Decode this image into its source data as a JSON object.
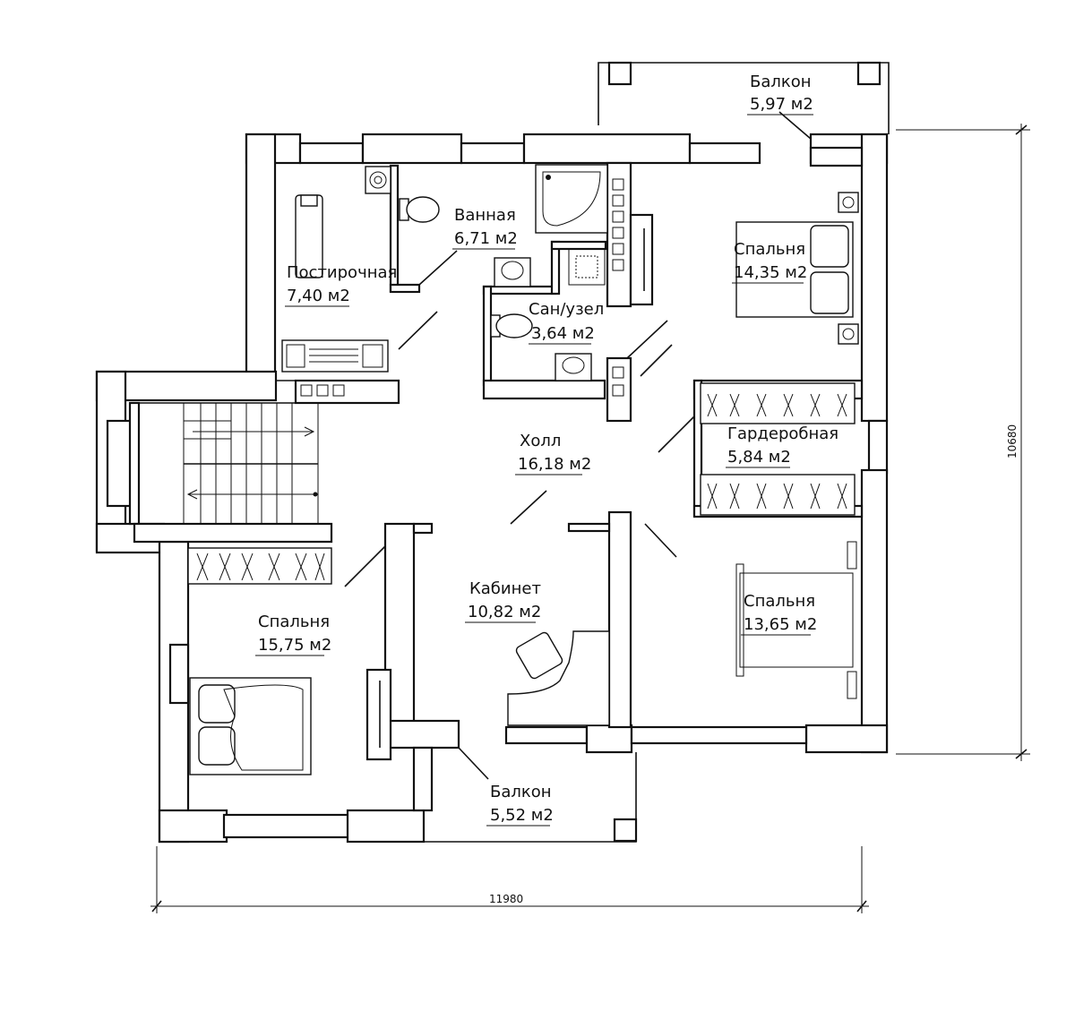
{
  "plan": {
    "rooms": {
      "balcony_top": {
        "name": "Балкон",
        "area": "5,97 м2"
      },
      "dressing": {
        "name": "Постирочная",
        "area": "7,40 м2"
      },
      "bath": {
        "name": "Ванная",
        "area": "6,71 м2"
      },
      "wc": {
        "name": "Сан/узел",
        "area": "3,64 м2"
      },
      "bedroom_ne": {
        "name": "Спальня",
        "area": "14,35 м2"
      },
      "wardrobe": {
        "name": "Гардеробная",
        "area": "5,84 м2"
      },
      "hall": {
        "name": "Холл",
        "area": "16,18 м2"
      },
      "office": {
        "name": "Кабинет",
        "area": "10,82 м2"
      },
      "bedroom_se": {
        "name": "Спальня",
        "area": "13,65 м2"
      },
      "bedroom_sw": {
        "name": "Спальня",
        "area": "15,75 м2"
      },
      "balcony_bottom": {
        "name": "Балкон",
        "area": "5,52 м2"
      }
    },
    "dimensions": {
      "width": "11980",
      "height": "10680"
    }
  }
}
